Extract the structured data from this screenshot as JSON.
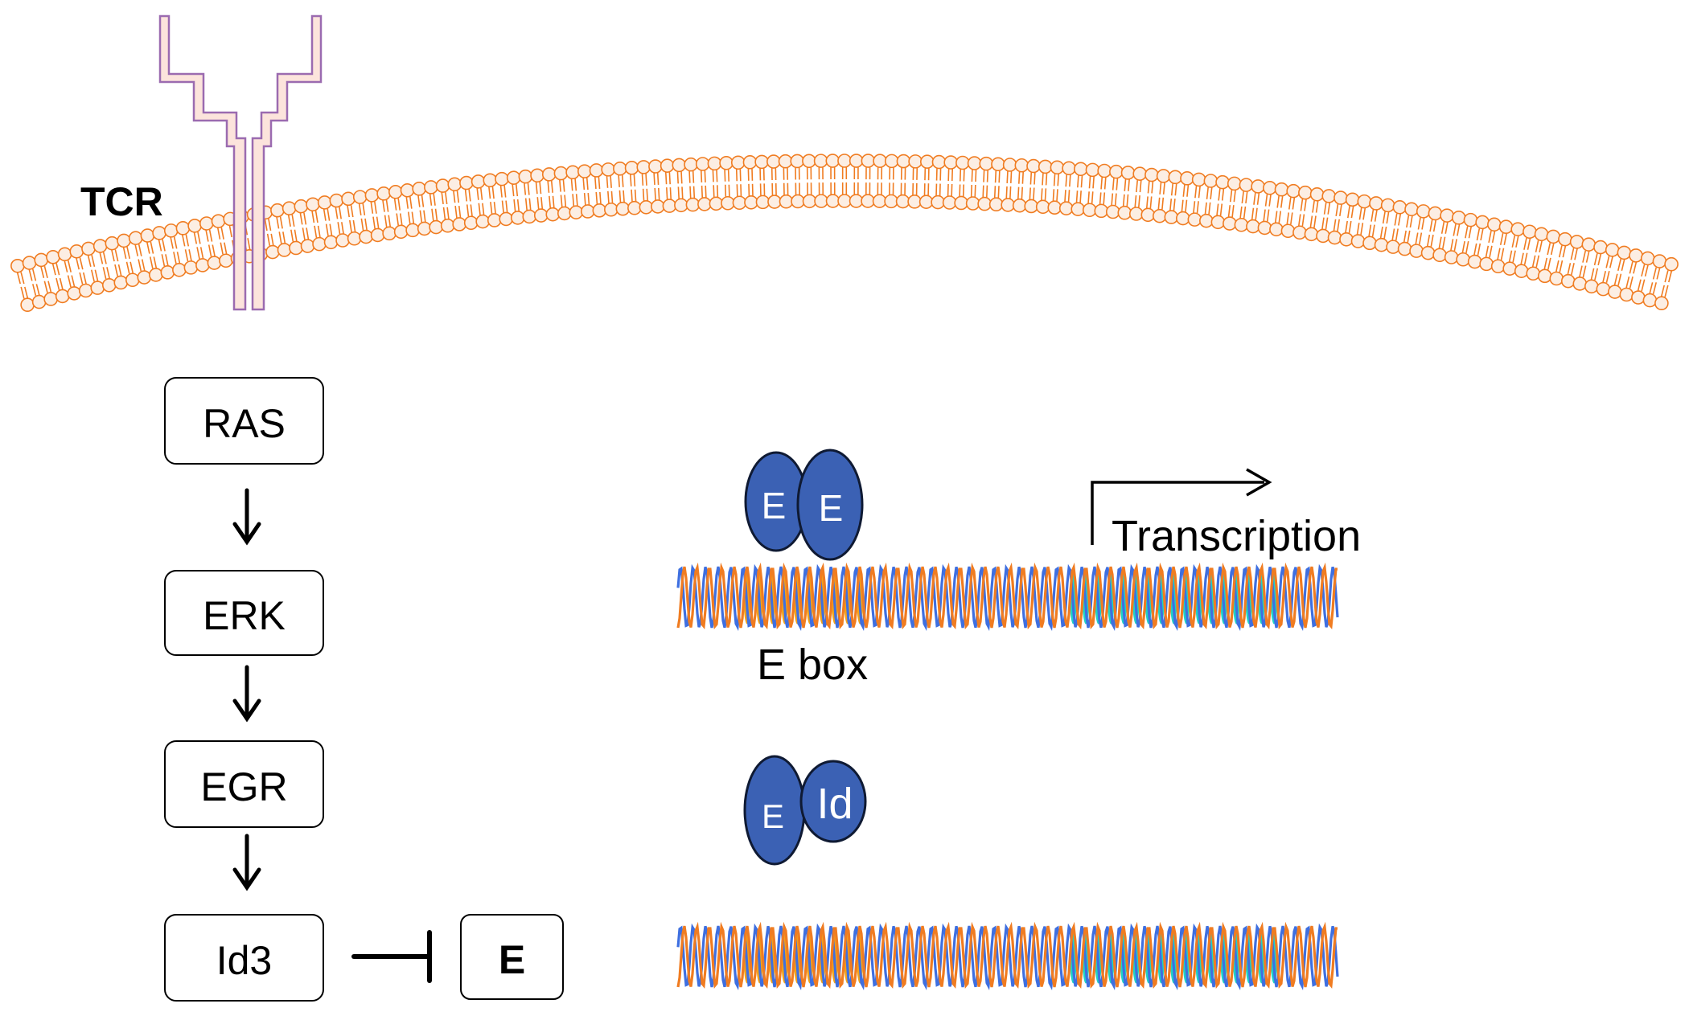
{
  "receptor": {
    "label": "TCR"
  },
  "pathway": {
    "nodes": [
      "RAS",
      "ERK",
      "EGR",
      "Id3"
    ],
    "inhibited_target": "E"
  },
  "top_complex": {
    "left": "E",
    "right": "E"
  },
  "bottom_complex": {
    "left": "E",
    "right": "Id"
  },
  "dna": {
    "site_label": "E box",
    "transcription_label": "Transcription"
  },
  "colors": {
    "membrane": "#F07C21",
    "membrane_head_fill": "#FCEEE3",
    "receptor_stroke": "#9B6BB0",
    "receptor_fill": "#FCE4DC",
    "dna_strand_a": "#F07C21",
    "dna_strand_b": "#3E6FE0",
    "ebox_fill": "#F2A21C",
    "gene_fill": "#20D3C4",
    "protein_fill": "#3B61B4",
    "protein_stroke": "#0F1A33"
  }
}
